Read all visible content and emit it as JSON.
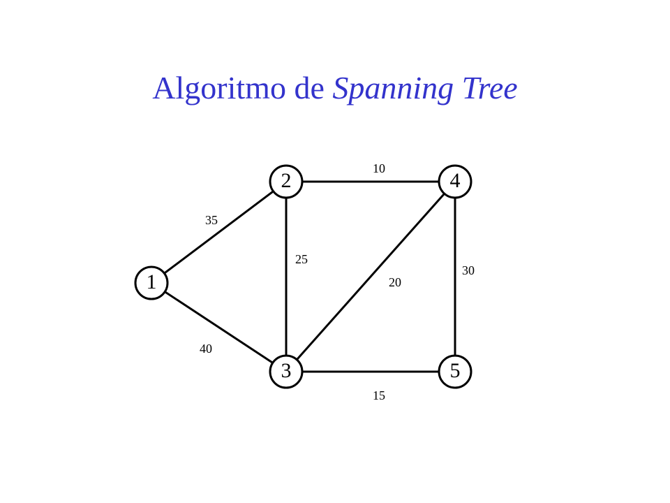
{
  "title": {
    "plain": "Algoritmo de",
    "italic": "Spanning Tree"
  },
  "colors": {
    "title": "#3333cc",
    "stroke": "#000000",
    "background": "#ffffff"
  },
  "graph": {
    "nodes": [
      {
        "id": "1",
        "label": "1"
      },
      {
        "id": "2",
        "label": "2"
      },
      {
        "id": "3",
        "label": "3"
      },
      {
        "id": "4",
        "label": "4"
      },
      {
        "id": "5",
        "label": "5"
      }
    ],
    "edges": [
      {
        "from": "1",
        "to": "2",
        "weight": "35"
      },
      {
        "from": "1",
        "to": "3",
        "weight": "40"
      },
      {
        "from": "2",
        "to": "3",
        "weight": "25"
      },
      {
        "from": "2",
        "to": "4",
        "weight": "10"
      },
      {
        "from": "3",
        "to": "4",
        "weight": "20"
      },
      {
        "from": "3",
        "to": "5",
        "weight": "15"
      },
      {
        "from": "4",
        "to": "5",
        "weight": "30"
      }
    ]
  }
}
